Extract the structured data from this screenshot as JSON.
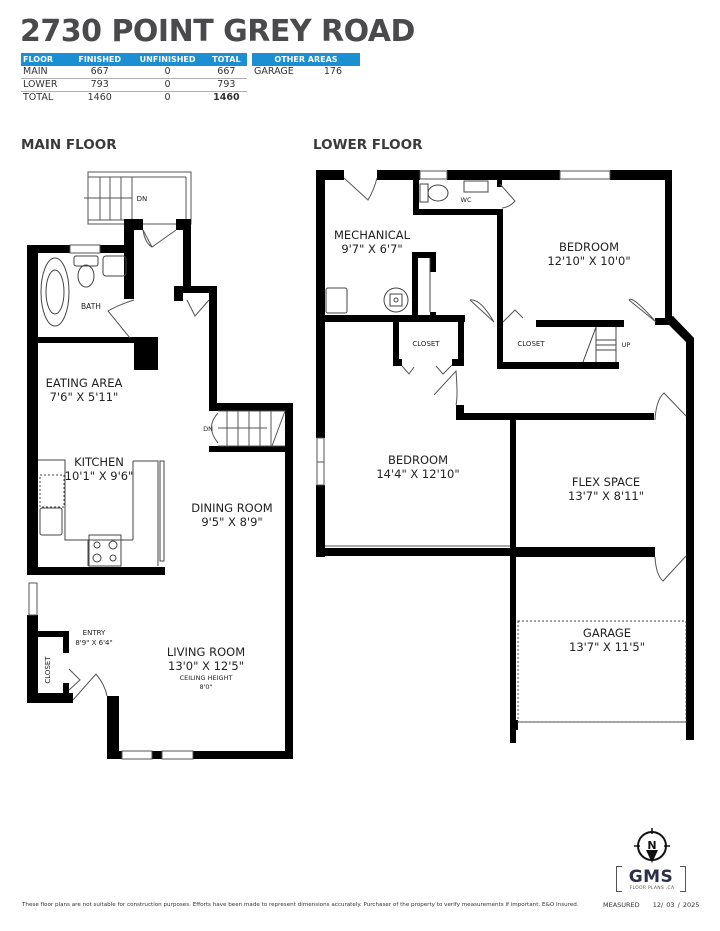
{
  "title": "2730 POINT GREY ROAD",
  "floor_table": {
    "headers": [
      "FLOOR",
      "FINISHED",
      "UNFINISHED",
      "TOTAL"
    ],
    "rows": [
      {
        "floor": "MAIN",
        "finished": "667",
        "unfinished": "0",
        "total": "667"
      },
      {
        "floor": "LOWER",
        "finished": "793",
        "unfinished": "0",
        "total": "793"
      },
      {
        "floor": "TOTAL",
        "finished": "1460",
        "unfinished": "0",
        "total": "1460"
      }
    ],
    "header_color": "#1b8fd1"
  },
  "other_areas": {
    "header": "OTHER AREAS",
    "rows": [
      {
        "name": "GARAGE",
        "value": "176"
      }
    ]
  },
  "main_floor": {
    "title": "MAIN FLOOR",
    "rooms": [
      {
        "name": "BATH",
        "dims": ""
      },
      {
        "name": "EATING AREA",
        "dims": "7'6\" X 5'11\""
      },
      {
        "name": "KITCHEN",
        "dims": "10'1\" X 9'6\""
      },
      {
        "name": "DINING ROOM",
        "dims": "9'5\" X 8'9\""
      },
      {
        "name": "ENTRY",
        "dims": "8'9\" X 6'4\""
      },
      {
        "name": "CLOSET",
        "dims": ""
      },
      {
        "name": "LIVING ROOM",
        "dims": "13'0\" X 12'5\"",
        "note_label": "CEILING HEIGHT",
        "note_value": "8'0\""
      }
    ],
    "stairs": [
      {
        "label": "DN"
      },
      {
        "label": "DN"
      }
    ]
  },
  "lower_floor": {
    "title": "LOWER FLOOR",
    "rooms": [
      {
        "name": "MECHANICAL",
        "dims": "9'7\" X 6'7\""
      },
      {
        "name": "WC",
        "dims": ""
      },
      {
        "name": "BEDROOM",
        "dims": "12'10\" X 10'0\""
      },
      {
        "name": "CLOSET",
        "dims": ""
      },
      {
        "name": "CLOSET",
        "dims": ""
      },
      {
        "name": "BEDROOM",
        "dims": "14'4\" X 12'10\""
      },
      {
        "name": "FLEX SPACE",
        "dims": "13'7\" X 8'11\""
      },
      {
        "name": "GARAGE",
        "dims": "13'7\" X 11'5\""
      }
    ],
    "stairs": [
      {
        "label": "UP"
      }
    ]
  },
  "footer": {
    "disclaimer": "These floor plans are not suitable for construction purposes. Efforts have been made to represent dimensions accurately.  Purchaser of the property to verify measurements if important.  E&O Insured.",
    "measured_label": "MEASURED",
    "measured_date": "12/ 03 / 2025"
  },
  "logo": {
    "compass_letter": "N",
    "brand": "GMS",
    "sub": "FLOOR PLANS .CA"
  }
}
